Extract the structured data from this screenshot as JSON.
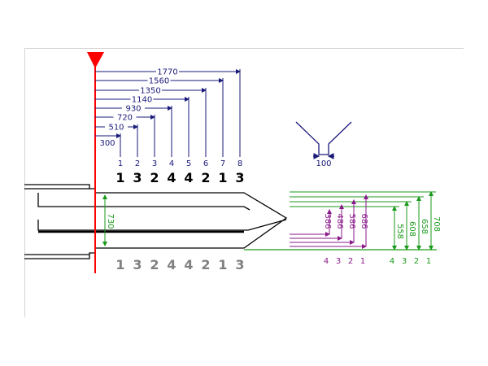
{
  "top_dimensions": {
    "values": [
      "1770",
      "1560",
      "1350",
      "1140",
      "930",
      "720",
      "510",
      "300"
    ]
  },
  "tick_numbers": [
    "1",
    "2",
    "3",
    "4",
    "5",
    "6",
    "7",
    "8"
  ],
  "top_sequence": [
    "1",
    "3",
    "2",
    "4",
    "4",
    "2",
    "1",
    "3"
  ],
  "bottom_sequence": [
    "1",
    "3",
    "2",
    "4",
    "4",
    "2",
    "1",
    "3"
  ],
  "left_dimension": "730",
  "v_notch_width": "100",
  "purple_dimensions": [
    "386",
    "486",
    "586",
    "686"
  ],
  "purple_labels": [
    "4",
    "3",
    "2",
    "1"
  ],
  "green_dimensions": [
    "558",
    "608",
    "658",
    "708"
  ],
  "green_labels": [
    "4",
    "3",
    "2",
    "1"
  ],
  "colors": {
    "dimension_navy": "#1a1a7a",
    "datum_red": "#ff0000",
    "green": "#1a9a1a",
    "purple": "#8a1a8a",
    "gray_text": "#808080"
  }
}
